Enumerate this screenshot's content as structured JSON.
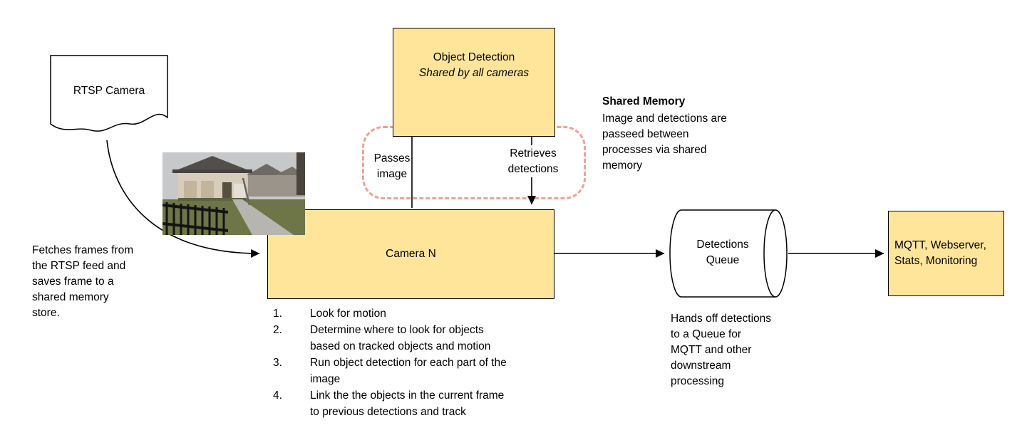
{
  "colors": {
    "node_fill": "#FFE599",
    "node_border": "#000000",
    "shared_memory_outline": "#F1A094",
    "arrow": "#000000"
  },
  "nodes": {
    "rtsp_camera": {
      "label": "RTSP Camera"
    },
    "object_detection": {
      "title": "Object Detection",
      "subtitle": "Shared by all cameras"
    },
    "camera_n": {
      "label": "Camera N"
    },
    "detections_queue": {
      "label": "Detections Queue"
    },
    "outputs": {
      "label": "MQTT, Webserver, Stats, Monitoring"
    }
  },
  "edges": {
    "passes_image": "Passes image",
    "retrieves_detections": "Retrieves detections"
  },
  "notes": {
    "fetch_frames": "Fetches frames from\nthe RTSP feed and\nsaves frame to a\nshared memory\nstore.",
    "shared_memory_title": "Shared Memory",
    "shared_memory_body": "Image and detections are\npasseed between\nprocesses via shared\nmemory",
    "queue_handoff": "Hands off detections\nto a Queue for\nMQTT and other\ndownstream\nprocessing"
  },
  "camera_steps": [
    {
      "num": "1.",
      "text": "Look for motion"
    },
    {
      "num": "2.",
      "text": "Determine where to look for objects\nbased on tracked objects and motion"
    },
    {
      "num": "3.",
      "text": "Run object detection for each part of the\nimage"
    },
    {
      "num": "4.",
      "text": "Link the the objects in the current frame\nto previous detections and track"
    }
  ]
}
